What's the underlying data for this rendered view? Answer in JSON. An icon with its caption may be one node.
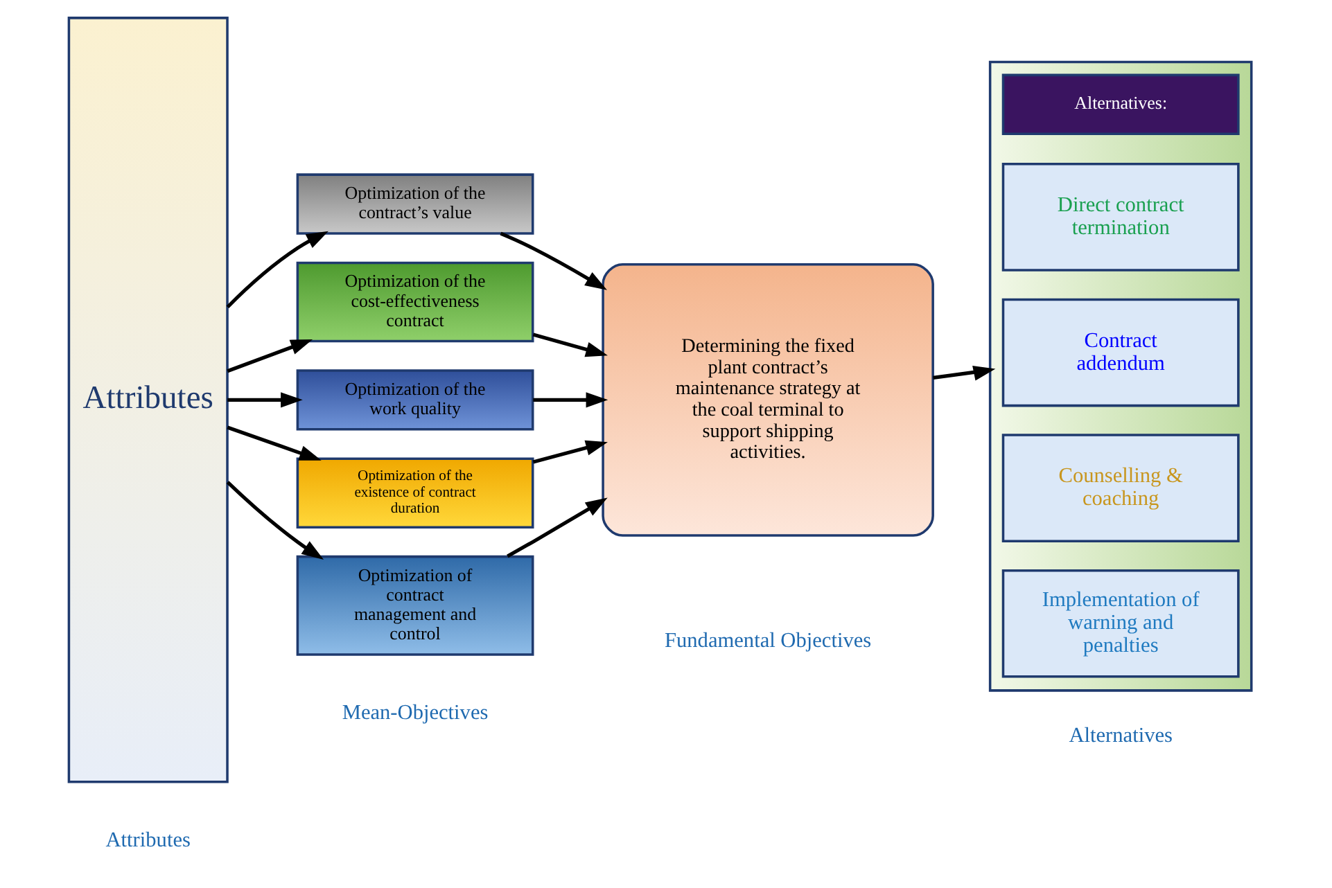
{
  "diagram": {
    "nodes": [
      {
        "text": [
          "Attributes"
        ]
      },
      {
        "text": [
          "Optimization of the contract’s value"
        ]
      },
      {
        "text": [
          "Optimization of the cost-effectiveness contract"
        ]
      },
      {
        "text": [
          "Optimization of the work quality"
        ]
      },
      {
        "text": [
          "Optimization of the existence of contract duration"
        ]
      },
      {
        "text": [
          "Optimization of contract management and control"
        ]
      },
      {
        "text": [
          "Determining the fixed plant contract’s maintenance strategy at the coal terminal to support shipping activities."
        ]
      },
      {
        "text": [],
        "shape": "box"
      },
      {
        "text": [
          "Alternatives:"
        ],
        "in": 7
      },
      {
        "text": [
          "Direct contract termination"
        ],
        "in": 7
      },
      {
        "text": [
          "Contract addendum"
        ],
        "in": 7
      },
      {
        "text": [
          "Counselling & coaching"
        ],
        "in": 7
      },
      {
        "text": [
          "Implementation of warning and penalties"
        ],
        "in": 7
      }
    ],
    "edges": [
      {
        "from": 0,
        "to": 1,
        "arrow": "to"
      },
      {
        "from": 0,
        "to": 2,
        "arrow": "to"
      },
      {
        "from": 0,
        "to": 3,
        "arrow": "to"
      },
      {
        "from": 0,
        "to": 4,
        "arrow": "to"
      },
      {
        "from": 0,
        "to": 5,
        "arrow": "to"
      },
      {
        "from": 1,
        "to": 6,
        "arrow": "to"
      },
      {
        "from": 2,
        "to": 6,
        "arrow": "to"
      },
      {
        "from": 3,
        "to": 6,
        "arrow": "to"
      },
      {
        "from": 4,
        "to": 6,
        "arrow": "to"
      },
      {
        "from": 5,
        "to": 6,
        "arrow": "to"
      },
      {
        "from": 6,
        "to": 7,
        "arrow": "to"
      }
    ],
    "labels": [
      "Attributes",
      "Mean-Objectives",
      "Fundamental Objectives",
      "Alternatives"
    ]
  }
}
